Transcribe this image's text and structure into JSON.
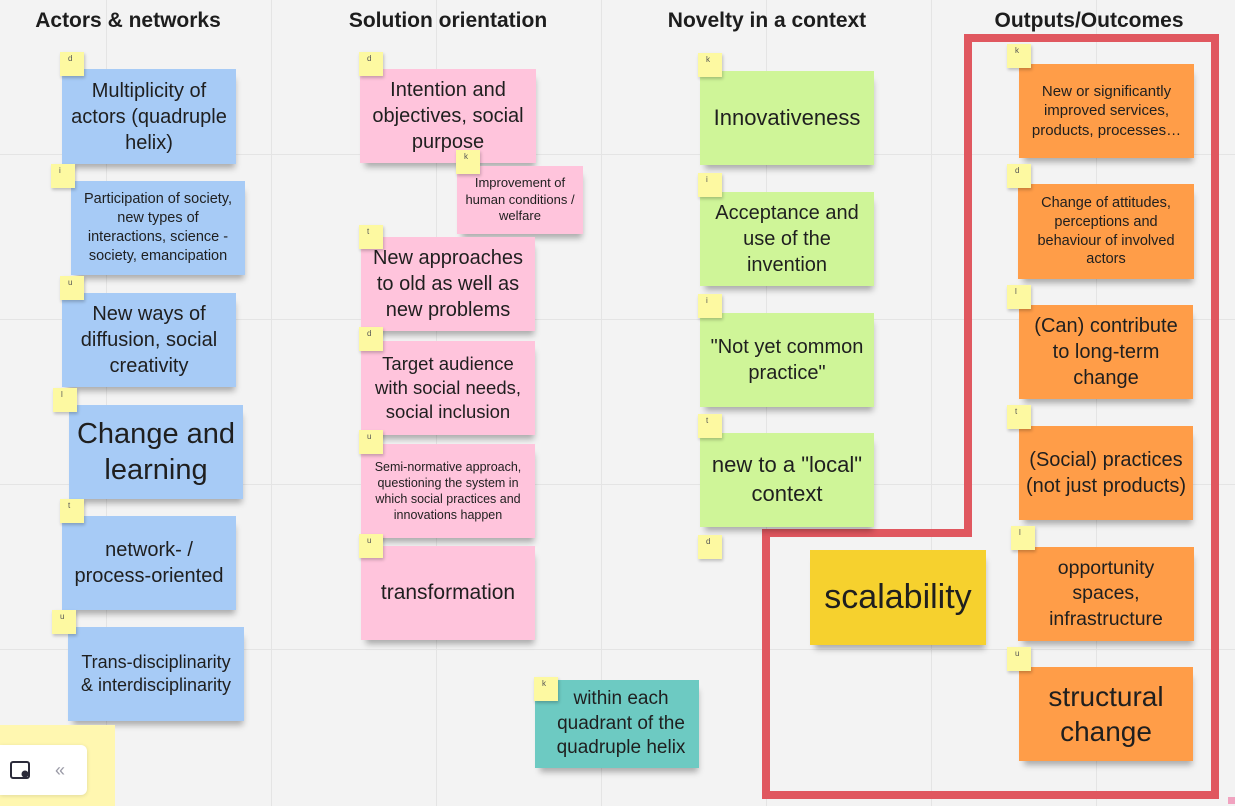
{
  "columns": {
    "actors": "Actors & networks",
    "solution": "Solution orientation",
    "novelty": "Novelty in a context",
    "outputs": "Outputs/Outcomes"
  },
  "notes": {
    "actors": [
      {
        "tag": "d",
        "text": "Multiplicity of actors (quadruple helix)"
      },
      {
        "tag": "i",
        "text": "Participation of society, new types of interactions, science - society, emancipation"
      },
      {
        "tag": "u",
        "text": "New ways of diffusion, social creativity"
      },
      {
        "tag": "l",
        "text": "Change and learning"
      },
      {
        "tag": "t",
        "text": "network- / process-oriented"
      },
      {
        "tag": "u",
        "text": "Trans-disciplinarity & interdisciplinarity"
      }
    ],
    "solution": [
      {
        "tag": "d",
        "text": "Intention and objectives, social purpose"
      },
      {
        "tag": "k",
        "text": "Improvement of human conditions / welfare"
      },
      {
        "tag": "t",
        "text": "New approaches to old as well as new problems"
      },
      {
        "tag": "d",
        "text": "Target audience with social needs, social inclusion"
      },
      {
        "tag": "u",
        "text": "Semi-normative approach, questioning the system in which social practices and innovations happen"
      },
      {
        "tag": "u",
        "text": "transformation"
      }
    ],
    "novelty": [
      {
        "tag": "k",
        "text": "Innovativeness"
      },
      {
        "tag": "i",
        "text": "Acceptance and use of the invention"
      },
      {
        "tag": "i",
        "text": "\"Not yet common practice\""
      },
      {
        "tag": "t",
        "text": "new to a \"local\" context"
      },
      {
        "tag": "d",
        "text": ""
      }
    ],
    "outputs": [
      {
        "tag": "k",
        "text": "New or significantly improved services, products, processes…"
      },
      {
        "tag": "d",
        "text": "Change of attitudes, perceptions and behaviour of involved actors"
      },
      {
        "tag": "l",
        "text": "(Can) contribute to long-term change"
      },
      {
        "tag": "t",
        "text": "(Social) practices (not just products)"
      },
      {
        "tag": "l",
        "text": "opportunity spaces, infrastructure"
      },
      {
        "tag": "u",
        "text": "structural change"
      }
    ],
    "scalability": {
      "text": "scalability"
    },
    "quadrant": {
      "tag": "k",
      "text": "within each quadrant of the quadruple helix"
    }
  },
  "toolbar": {
    "board_icon": "sticky-board-icon",
    "collapse_icon": "double-chevron-left-icon",
    "collapse_label": "«"
  },
  "colors": {
    "frame": "#e0575f",
    "blue": "#a7cbf6",
    "pink": "#ffc4dc",
    "green": "#cff598",
    "orange": "#ff9d48",
    "yellow": "#f6d12e",
    "teal": "#6dcac2",
    "tag": "#fdf9a1"
  }
}
